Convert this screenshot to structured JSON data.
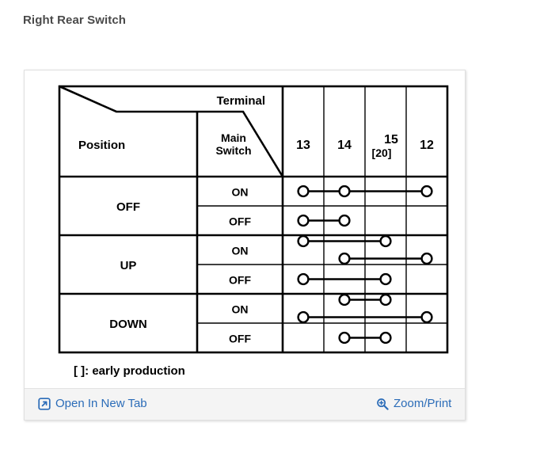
{
  "page": {
    "title": "Right Rear Switch"
  },
  "figure": {
    "note": "[  ]: early production",
    "footer": {
      "open_in_new_tab_label": "Open In New Tab",
      "open_in_new_tab_icon": "external-link-icon",
      "zoom_print_label": "Zoom/Print",
      "zoom_print_icon": "magnifier-plus-icon"
    }
  },
  "chart_data": {
    "type": "table",
    "title": "Right Rear Switch",
    "description": "Switch continuity chart: terminal connections per switch position and main switch state",
    "corner_headers": {
      "top_right": "Terminal",
      "bottom_left": "Position",
      "middle": "Main Switch",
      "middle_line1": "Main",
      "middle_line2": "Switch"
    },
    "terminals": [
      {
        "id": "13",
        "label": "13",
        "sublabel": ""
      },
      {
        "id": "14",
        "label": "14",
        "sublabel": ""
      },
      {
        "id": "15",
        "label": "15",
        "sublabel": "[20]"
      },
      {
        "id": "12",
        "label": "12",
        "sublabel": ""
      }
    ],
    "positions": [
      "OFF",
      "UP",
      "DOWN"
    ],
    "main_switch_states": [
      "ON",
      "OFF"
    ],
    "rows": [
      {
        "position": "OFF",
        "main_switch": "ON",
        "nodes": [
          "13",
          "14",
          "12"
        ],
        "connections": [
          {
            "from": "13",
            "to": "12",
            "track": 0
          }
        ]
      },
      {
        "position": "OFF",
        "main_switch": "OFF",
        "nodes": [
          "13",
          "14"
        ],
        "connections": [
          {
            "from": "13",
            "to": "14",
            "track": 0
          }
        ]
      },
      {
        "position": "UP",
        "main_switch": "ON",
        "nodes": [
          "13",
          "15",
          "14",
          "12"
        ],
        "connections": [
          {
            "from": "13",
            "to": "15",
            "track": -1
          },
          {
            "from": "14",
            "to": "12",
            "track": 1
          }
        ]
      },
      {
        "position": "UP",
        "main_switch": "OFF",
        "nodes": [
          "13",
          "15"
        ],
        "connections": [
          {
            "from": "13",
            "to": "15",
            "track": 0
          }
        ]
      },
      {
        "position": "DOWN",
        "main_switch": "ON",
        "nodes": [
          "14",
          "15",
          "13",
          "12"
        ],
        "connections": [
          {
            "from": "14",
            "to": "15",
            "track": -1
          },
          {
            "from": "13",
            "to": "12",
            "track": 1
          }
        ]
      },
      {
        "position": "DOWN",
        "main_switch": "OFF",
        "nodes": [
          "14",
          "15"
        ],
        "connections": [
          {
            "from": "14",
            "to": "15",
            "track": 0
          }
        ]
      }
    ],
    "legend": "[  ]: early production"
  },
  "colors": {
    "title_text": "#4a4a4a",
    "link": "#2b6cb8",
    "diagram_line": "#000000",
    "card_border": "#e0e0e0",
    "footer_bg": "#f4f4f4"
  }
}
